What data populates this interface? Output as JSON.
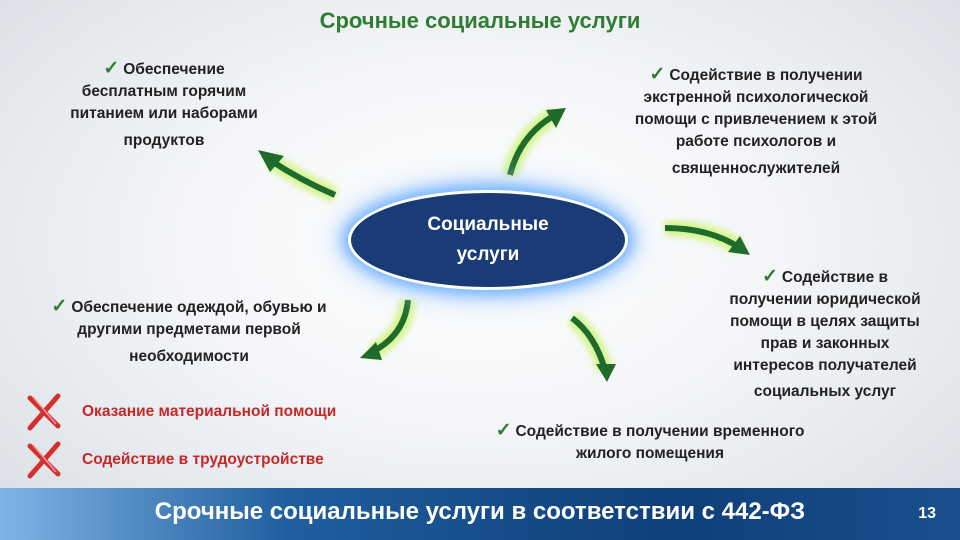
{
  "title": "Срочные социальные услуги",
  "center": {
    "line1": "Социальные",
    "line2": "услуги"
  },
  "items": {
    "food": [
      "Обеспечение",
      "бесплатным горячим",
      "питанием или наборами",
      "продуктов"
    ],
    "psych": [
      "Содействие в получении",
      "экстренной психологической",
      "помощи с привлечением к этой",
      "работе психологов и",
      "священнослужителей"
    ],
    "clothes": [
      "Обеспечение одеждой, обувью и",
      "другими предметами первой",
      "необходимости"
    ],
    "legal": [
      "Содействие в",
      "получении юридической",
      "помощи в целях защиты",
      "прав и законных",
      "интересов получателей",
      "социальных услуг"
    ],
    "housing": [
      "Содействие в получении временного",
      "жилого помещения"
    ]
  },
  "excluded": [
    "Оказание материальной помощи",
    "Содействие в трудоустройстве"
  ],
  "footer": {
    "text": "Срочные социальные услуги в соответствии с 442-ФЗ",
    "page": "13"
  },
  "icons": {
    "check": "check-icon",
    "cross": "cross-icon",
    "arrow": "curved-arrow-icon"
  },
  "colors": {
    "title": "#2e7d32",
    "center": "#1a3a78",
    "cross": "#c62828",
    "arrow": "#1e6b2a",
    "arrow_glow": "#d4f58a"
  }
}
